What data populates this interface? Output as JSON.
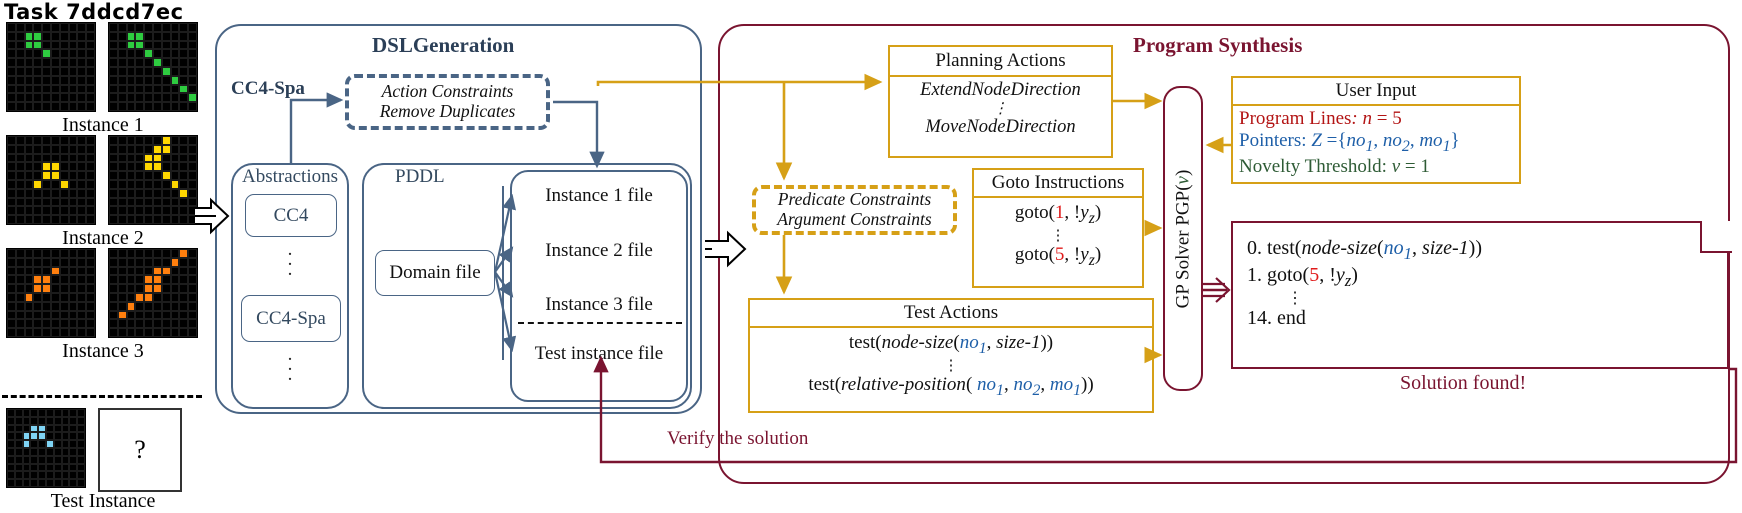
{
  "task": {
    "title": "Task 7ddcd7ec",
    "instances": [
      {
        "label": "Instance 1",
        "color": "#2ecc40"
      },
      {
        "label": "Instance 2",
        "color": "#ffd700"
      },
      {
        "label": "Instance 3",
        "color": "#ff7f0e"
      }
    ],
    "test_label": "Test Instance",
    "question_mark": "?"
  },
  "dsl": {
    "title": "DSLGeneration",
    "cc4spa_label": "CC4-Spa",
    "action_constraints": [
      "Action Constraints",
      "Remove Duplicates"
    ],
    "abstractions_title": "Abstractions",
    "abstractions": [
      "CC4",
      "CC4-Spa"
    ],
    "pddl_title": "PDDL",
    "domain_file": "Domain file",
    "files": [
      "Instance 1 file",
      "Instance 2 file",
      "Instance 3 file",
      "Test instance file"
    ]
  },
  "synthesis": {
    "title": "Program Synthesis",
    "planning_actions": {
      "title": "Planning Actions",
      "lines": [
        "ExtendNodeDirection",
        "MoveNodeDirection"
      ],
      "ellipsis": "⋮"
    },
    "predicate_constraints": [
      "Predicate Constraints",
      "Argument Constraints"
    ],
    "goto_instructions": {
      "title": "Goto Instructions",
      "lines": [
        {
          "prefix": "goto(",
          "num": "1",
          "suffix": ", !y",
          "sub": "z",
          "close": ")"
        },
        {
          "prefix": "goto(",
          "num": "5",
          "suffix": ", !y",
          "sub": "z",
          "close": ")"
        }
      ]
    },
    "test_actions": {
      "title": "Test Actions",
      "line1": "test(node-size(no1, size-1))",
      "line2": "test(relative-position( no1, no2, mo1))"
    },
    "gp_solver": "GP Solver PGP(ν)",
    "user_input": {
      "title": "User Input",
      "program_lines": "Program Lines: n = 5",
      "pointers": "Pointers: Z ={no1, no2, mo1}",
      "novelty": "Novelty Threshold: ν = 1"
    },
    "solution": {
      "line0": "0. test(node-size(no1, size-1))",
      "line1": "1. goto(5, !yz)",
      "ellipsis": "⋮",
      "line_end": "14. end"
    },
    "solution_found": "Solution found!",
    "verify": "Verify the solution"
  },
  "colors": {
    "dsl_blue": "#4a6585",
    "synthesis_maroon": "#7a1430",
    "gold": "#d6a017",
    "red": "#e01b1b",
    "blue_var": "#1e5fa8",
    "green": "#2e5b35"
  }
}
